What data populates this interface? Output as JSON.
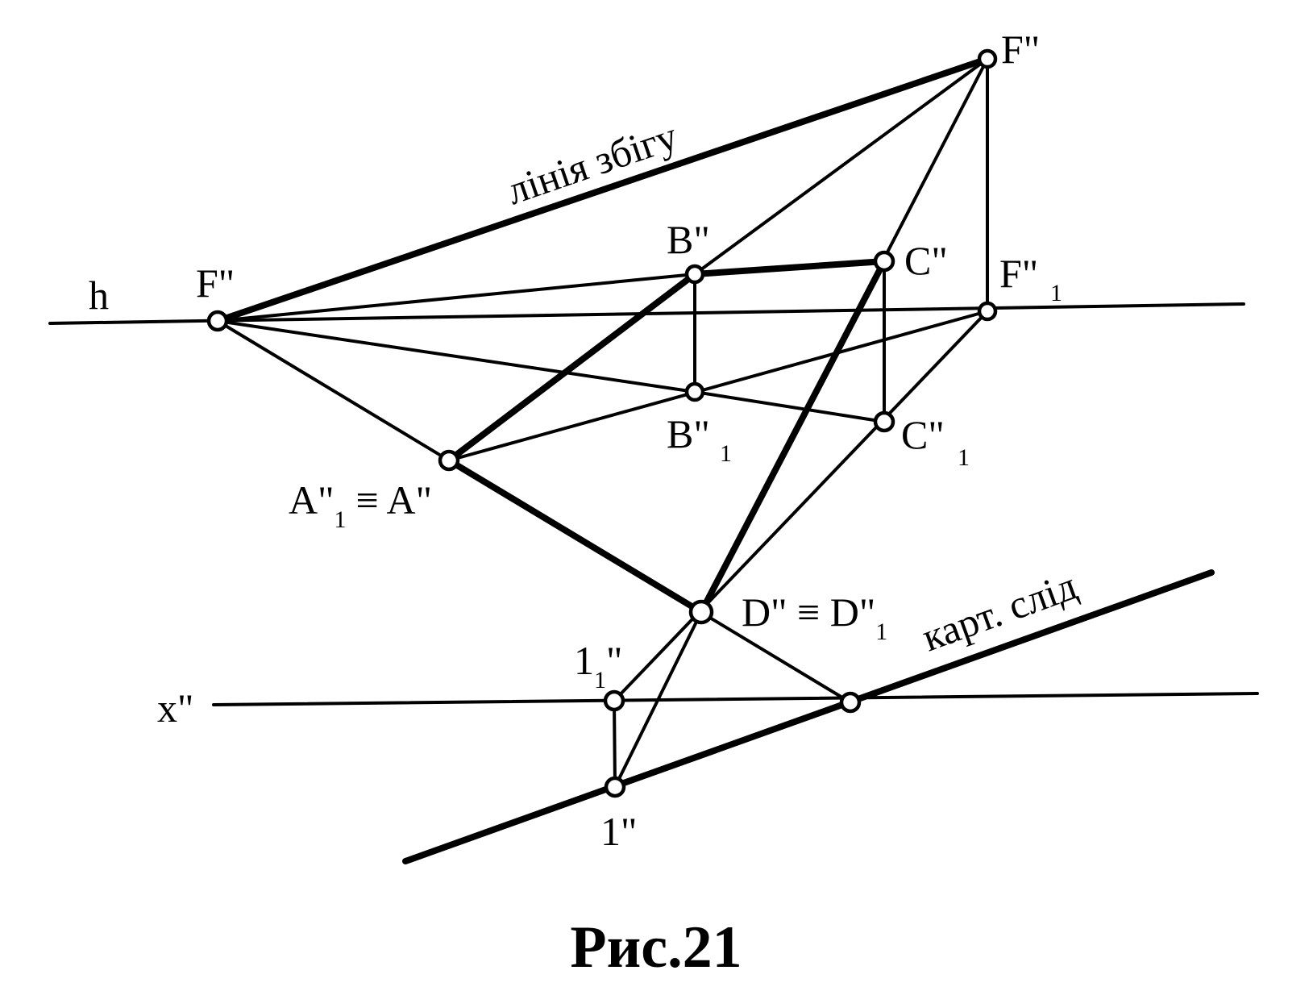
{
  "labels": {
    "h": "h",
    "F_left": "F\"",
    "F_top": "F\"",
    "F1_main": "F\"",
    "F1_sub": "1",
    "B": "B\"",
    "C": "C\"",
    "B1_main": "B\"",
    "B1_sub": "1",
    "C1_main": "C\"",
    "C1_sub": "1",
    "A_part1": "A\"",
    "A_sub": "1",
    "A_part2": "≡ A\"",
    "D_part1": "D\" ≡ D\"",
    "D_sub": "1",
    "one1_main": "1",
    "one1_sub": "1",
    "one1_prime": "\"",
    "one": "1\"",
    "x": "x\"",
    "vanishing_line": "лінія збігу",
    "picture_trace": "карт. слід"
  },
  "caption": "Рис.21"
}
